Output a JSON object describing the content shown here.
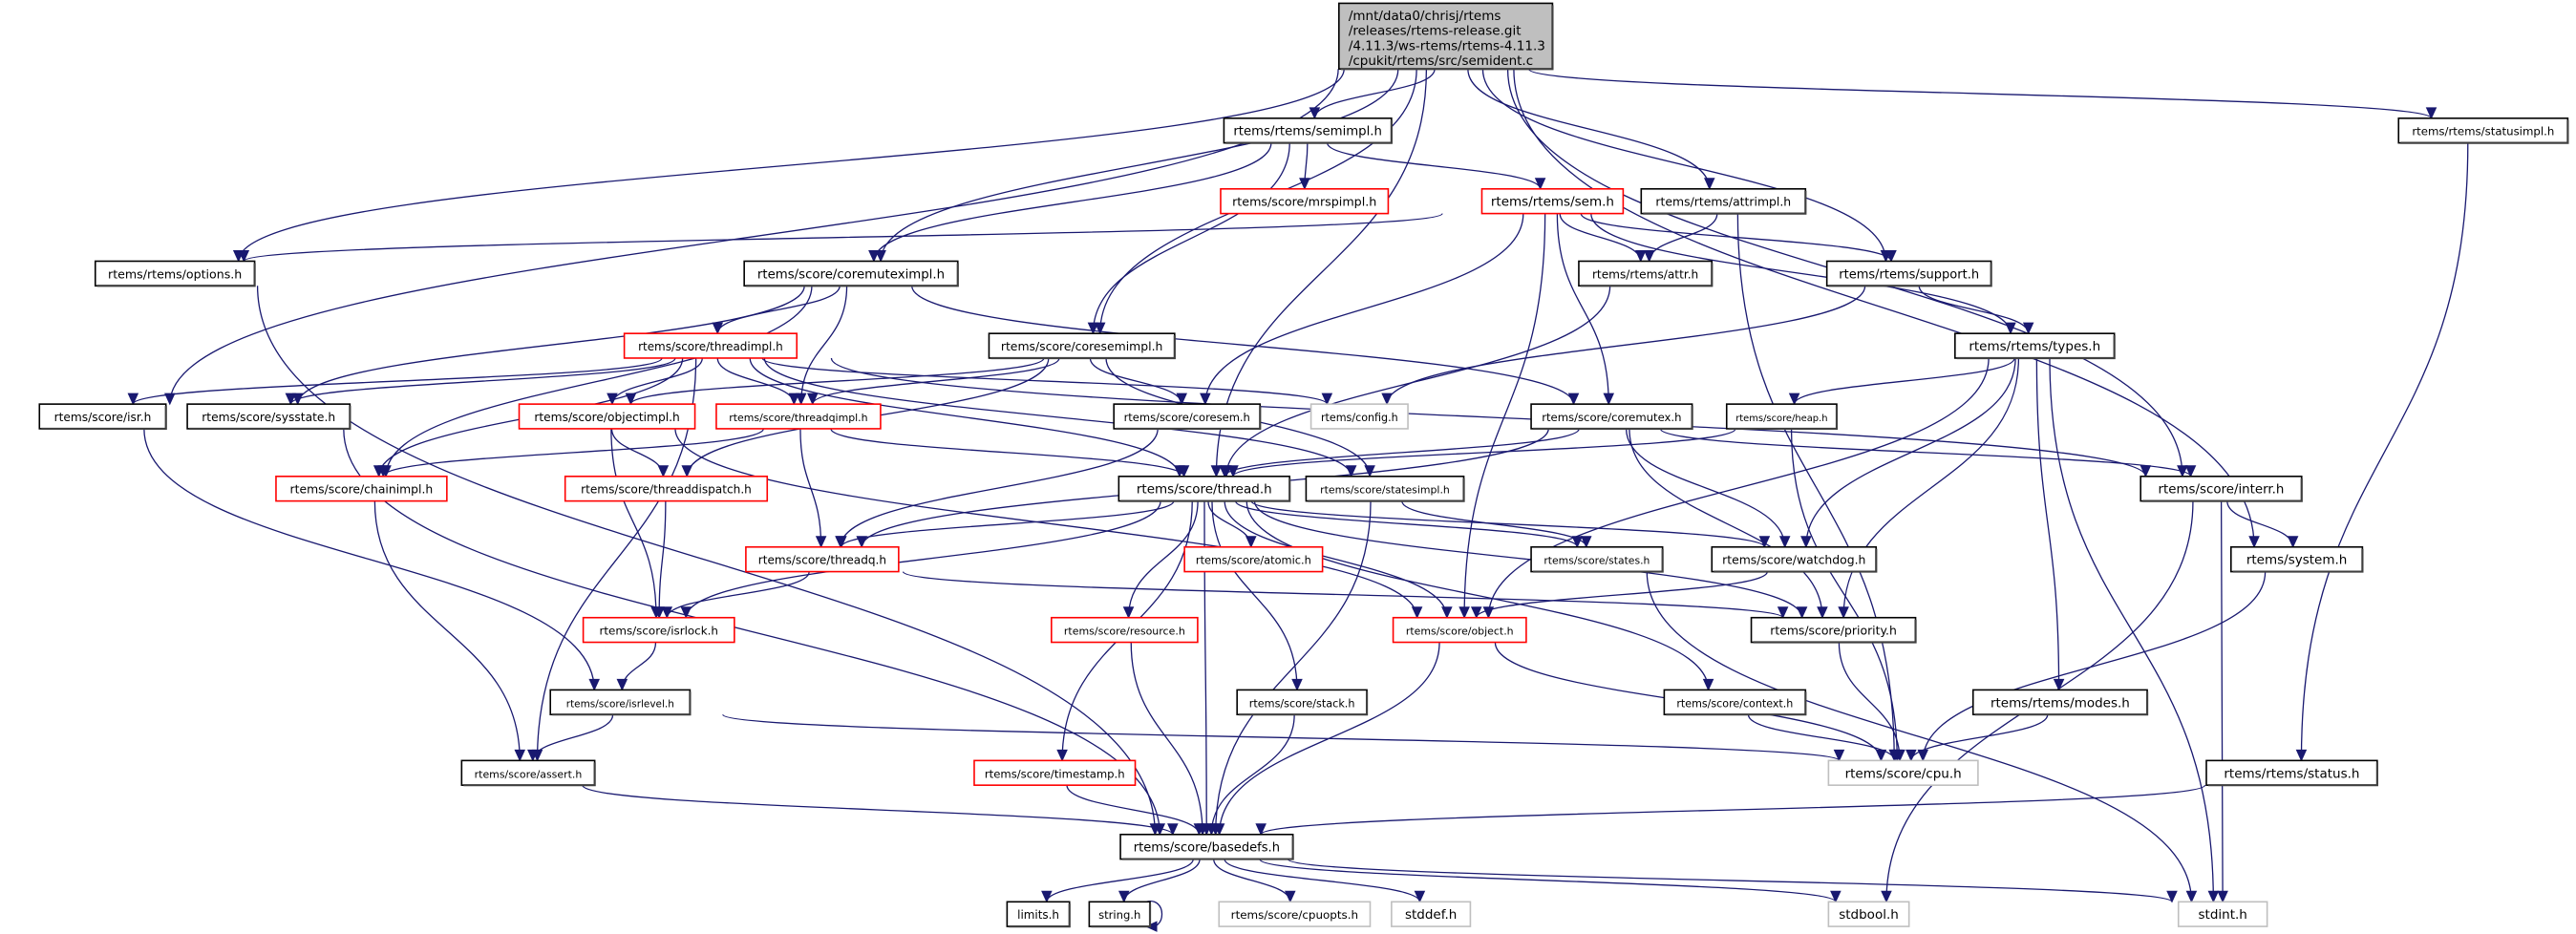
{
  "diagram": {
    "title": "Include dependency graph for semident.c",
    "legend": {
      "root_fill": "#bfbfbf",
      "normal_border": "#000000",
      "truncated_border": "#ff0000",
      "external_border": "#bfbfbf",
      "edge_color": "#191970"
    },
    "nodes": [
      {
        "id": "root",
        "lines": [
          "/mnt/data0/chrisj/rtems",
          "/releases/rtems-release.git",
          "/4.11.3/ws-rtems/rtems-4.11.3",
          "/cpukit/rtems/src/semident.c"
        ],
        "kind": "root"
      },
      {
        "id": "semimpl",
        "label": "rtems/rtems/semimpl.h",
        "kind": "normal"
      },
      {
        "id": "statusimpl",
        "label": "rtems/rtems/statusimpl.h",
        "kind": "normal"
      },
      {
        "id": "mrspimpl",
        "label": "rtems/score/mrspimpl.h",
        "kind": "truncated"
      },
      {
        "id": "sem",
        "label": "rtems/rtems/sem.h",
        "kind": "truncated"
      },
      {
        "id": "attrimpl",
        "label": "rtems/rtems/attrimpl.h",
        "kind": "normal"
      },
      {
        "id": "options",
        "label": "rtems/rtems/options.h",
        "kind": "normal"
      },
      {
        "id": "coremuteximpl",
        "label": "rtems/score/coremuteximpl.h",
        "kind": "normal"
      },
      {
        "id": "attr",
        "label": "rtems/rtems/attr.h",
        "kind": "normal"
      },
      {
        "id": "support",
        "label": "rtems/rtems/support.h",
        "kind": "normal"
      },
      {
        "id": "threadimpl",
        "label": "rtems/score/threadimpl.h",
        "kind": "truncated"
      },
      {
        "id": "coresemimpl",
        "label": "rtems/score/coresemimpl.h",
        "kind": "normal"
      },
      {
        "id": "types",
        "label": "rtems/rtems/types.h",
        "kind": "normal"
      },
      {
        "id": "isr",
        "label": "rtems/score/isr.h",
        "kind": "normal"
      },
      {
        "id": "sysstate",
        "label": "rtems/score/sysstate.h",
        "kind": "normal"
      },
      {
        "id": "objectimpl",
        "label": "rtems/score/objectimpl.h",
        "kind": "truncated"
      },
      {
        "id": "threadqimpl",
        "label": "rtems/score/threadqimpl.h",
        "kind": "truncated"
      },
      {
        "id": "coresem",
        "label": "rtems/score/coresem.h",
        "kind": "normal"
      },
      {
        "id": "config",
        "label": "rtems/config.h",
        "kind": "external"
      },
      {
        "id": "coremutex",
        "label": "rtems/score/coremutex.h",
        "kind": "normal"
      },
      {
        "id": "heap",
        "label": "rtems/score/heap.h",
        "kind": "normal"
      },
      {
        "id": "chainimpl",
        "label": "rtems/score/chainimpl.h",
        "kind": "truncated"
      },
      {
        "id": "threaddispatch",
        "label": "rtems/score/threaddispatch.h",
        "kind": "truncated"
      },
      {
        "id": "thread",
        "label": "rtems/score/thread.h",
        "kind": "normal"
      },
      {
        "id": "statesimpl",
        "label": "rtems/score/statesimpl.h",
        "kind": "normal"
      },
      {
        "id": "interr",
        "label": "rtems/score/interr.h",
        "kind": "normal"
      },
      {
        "id": "threadq",
        "label": "rtems/score/threadq.h",
        "kind": "truncated"
      },
      {
        "id": "atomic",
        "label": "rtems/score/atomic.h",
        "kind": "truncated"
      },
      {
        "id": "states",
        "label": "rtems/score/states.h",
        "kind": "normal"
      },
      {
        "id": "watchdog",
        "label": "rtems/score/watchdog.h",
        "kind": "normal"
      },
      {
        "id": "system",
        "label": "rtems/system.h",
        "kind": "normal"
      },
      {
        "id": "isrlock",
        "label": "rtems/score/isrlock.h",
        "kind": "truncated"
      },
      {
        "id": "resource",
        "label": "rtems/score/resource.h",
        "kind": "truncated"
      },
      {
        "id": "object",
        "label": "rtems/score/object.h",
        "kind": "truncated"
      },
      {
        "id": "priority",
        "label": "rtems/score/priority.h",
        "kind": "normal"
      },
      {
        "id": "isrlevel",
        "label": "rtems/score/isrlevel.h",
        "kind": "normal"
      },
      {
        "id": "stack",
        "label": "rtems/score/stack.h",
        "kind": "normal"
      },
      {
        "id": "context",
        "label": "rtems/score/context.h",
        "kind": "normal"
      },
      {
        "id": "modes",
        "label": "rtems/rtems/modes.h",
        "kind": "normal"
      },
      {
        "id": "assert",
        "label": "rtems/score/assert.h",
        "kind": "normal"
      },
      {
        "id": "timestamp",
        "label": "rtems/score/timestamp.h",
        "kind": "truncated"
      },
      {
        "id": "cpu",
        "label": "rtems/score/cpu.h",
        "kind": "external"
      },
      {
        "id": "status",
        "label": "rtems/rtems/status.h",
        "kind": "normal"
      },
      {
        "id": "basedefs",
        "label": "rtems/score/basedefs.h",
        "kind": "normal"
      },
      {
        "id": "limits",
        "label": "limits.h",
        "kind": "normal"
      },
      {
        "id": "string",
        "label": "string.h",
        "kind": "normal"
      },
      {
        "id": "cpuopts",
        "label": "rtems/score/cpuopts.h",
        "kind": "external"
      },
      {
        "id": "stddef",
        "label": "stddef.h",
        "kind": "external"
      },
      {
        "id": "stdbool",
        "label": "stdbool.h",
        "kind": "external"
      },
      {
        "id": "stdint",
        "label": "stdint.h",
        "kind": "external"
      }
    ],
    "edges": [
      [
        "root",
        "semimpl"
      ],
      [
        "root",
        "statusimpl"
      ],
      [
        "root",
        "options"
      ],
      [
        "root",
        "isr"
      ],
      [
        "root",
        "coremuteximpl"
      ],
      [
        "root",
        "coresemimpl"
      ],
      [
        "root",
        "attrimpl"
      ],
      [
        "root",
        "support"
      ],
      [
        "root",
        "thread"
      ],
      [
        "root",
        "system"
      ],
      [
        "root",
        "interr"
      ],
      [
        "semimpl",
        "mrspimpl"
      ],
      [
        "semimpl",
        "sem"
      ],
      [
        "semimpl",
        "coremuteximpl"
      ],
      [
        "semimpl",
        "coresemimpl"
      ],
      [
        "sem",
        "options"
      ],
      [
        "sem",
        "attr"
      ],
      [
        "sem",
        "support"
      ],
      [
        "sem",
        "types"
      ],
      [
        "sem",
        "coresem"
      ],
      [
        "sem",
        "coremutex"
      ],
      [
        "sem",
        "object"
      ],
      [
        "attrimpl",
        "attr"
      ],
      [
        "attrimpl",
        "cpu"
      ],
      [
        "statusimpl",
        "status"
      ],
      [
        "options",
        "basedefs"
      ],
      [
        "coremuteximpl",
        "threadimpl"
      ],
      [
        "coremuteximpl",
        "threadqimpl"
      ],
      [
        "coremuteximpl",
        "chainimpl"
      ],
      [
        "coremuteximpl",
        "sysstate"
      ],
      [
        "coremuteximpl",
        "coremutex"
      ],
      [
        "attr",
        "thread"
      ],
      [
        "support",
        "types"
      ],
      [
        "support",
        "config"
      ],
      [
        "types",
        "heap"
      ],
      [
        "types",
        "watchdog"
      ],
      [
        "types",
        "object"
      ],
      [
        "types",
        "priority"
      ],
      [
        "types",
        "modes"
      ],
      [
        "types",
        "stdint"
      ],
      [
        "threadimpl",
        "isr"
      ],
      [
        "threadimpl",
        "sysstate"
      ],
      [
        "threadimpl",
        "objectimpl"
      ],
      [
        "threadimpl",
        "threadqimpl"
      ],
      [
        "threadimpl",
        "chainimpl"
      ],
      [
        "threadimpl",
        "thread"
      ],
      [
        "threadimpl",
        "statesimpl"
      ],
      [
        "threadimpl",
        "config"
      ],
      [
        "threadimpl",
        "interr"
      ],
      [
        "threadimpl",
        "assert"
      ],
      [
        "coresemimpl",
        "coresem"
      ],
      [
        "coresemimpl",
        "threaddispatch"
      ],
      [
        "coresemimpl",
        "threadqimpl"
      ],
      [
        "coresemimpl",
        "objectimpl"
      ],
      [
        "coresemimpl",
        "statesimpl"
      ],
      [
        "isr",
        "isrlevel"
      ],
      [
        "sysstate",
        "basedefs"
      ],
      [
        "objectimpl",
        "threaddispatch"
      ],
      [
        "objectimpl",
        "isrlock"
      ],
      [
        "objectimpl",
        "object"
      ],
      [
        "threadqimpl",
        "threadq"
      ],
      [
        "threadqimpl",
        "chainimpl"
      ],
      [
        "threadqimpl",
        "thread"
      ],
      [
        "coresem",
        "threadq"
      ],
      [
        "coremutex",
        "thread"
      ],
      [
        "coremutex",
        "threadq"
      ],
      [
        "coremutex",
        "watchdog"
      ],
      [
        "coremutex",
        "interr"
      ],
      [
        "coremutex",
        "priority"
      ],
      [
        "heap",
        "thread"
      ],
      [
        "heap",
        "cpu"
      ],
      [
        "chainimpl",
        "assert"
      ],
      [
        "threaddispatch",
        "isrlock"
      ],
      [
        "thread",
        "threadq"
      ],
      [
        "thread",
        "atomic"
      ],
      [
        "thread",
        "states"
      ],
      [
        "thread",
        "watchdog"
      ],
      [
        "thread",
        "isrlock"
      ],
      [
        "thread",
        "resource"
      ],
      [
        "thread",
        "object"
      ],
      [
        "thread",
        "priority"
      ],
      [
        "thread",
        "stack"
      ],
      [
        "thread",
        "context"
      ],
      [
        "thread",
        "timestamp"
      ],
      [
        "thread",
        "basedefs"
      ],
      [
        "statesimpl",
        "states"
      ],
      [
        "statesimpl",
        "basedefs"
      ],
      [
        "interr",
        "system"
      ],
      [
        "interr",
        "stdbool"
      ],
      [
        "interr",
        "stdint"
      ],
      [
        "threadq",
        "isrlock"
      ],
      [
        "threadq",
        "priority"
      ],
      [
        "states",
        "stdint"
      ],
      [
        "watchdog",
        "object"
      ],
      [
        "system",
        "cpu"
      ],
      [
        "isrlock",
        "isrlevel"
      ],
      [
        "resource",
        "basedefs"
      ],
      [
        "object",
        "cpu"
      ],
      [
        "object",
        "basedefs"
      ],
      [
        "priority",
        "cpu"
      ],
      [
        "isrlevel",
        "assert"
      ],
      [
        "isrlevel",
        "cpu"
      ],
      [
        "stack",
        "basedefs"
      ],
      [
        "context",
        "cpu"
      ],
      [
        "modes",
        "cpu"
      ],
      [
        "assert",
        "basedefs"
      ],
      [
        "timestamp",
        "basedefs"
      ],
      [
        "status",
        "basedefs"
      ],
      [
        "basedefs",
        "limits"
      ],
      [
        "basedefs",
        "string"
      ],
      [
        "basedefs",
        "cpuopts"
      ],
      [
        "basedefs",
        "stddef"
      ],
      [
        "basedefs",
        "stdbool"
      ],
      [
        "basedefs",
        "stdint"
      ],
      [
        "string",
        "string"
      ]
    ]
  }
}
